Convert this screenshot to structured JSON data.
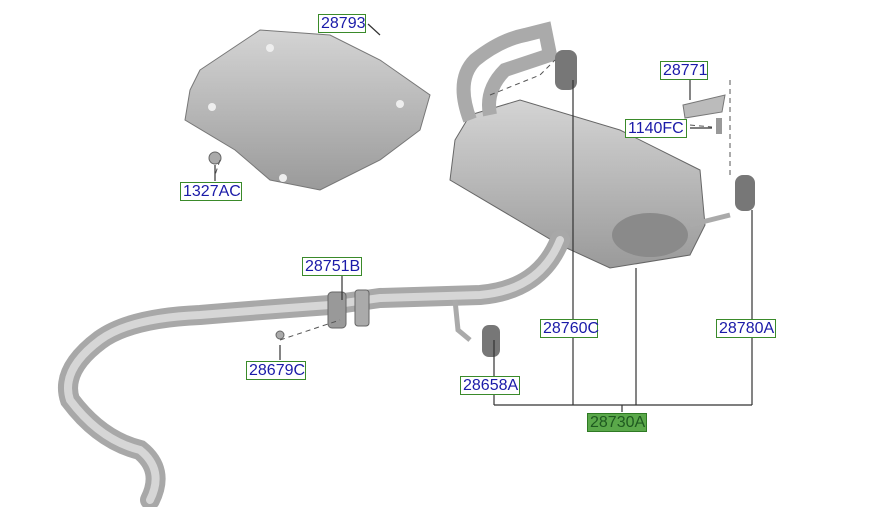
{
  "parts": {
    "p28793": "28793",
    "p28771": "28771",
    "p1140FC": "1140FC",
    "p1327AC": "1327AC",
    "p28751B": "28751B",
    "p28760C": "28760C",
    "p28780A": "28780A",
    "p28679C": "28679C",
    "p28658A": "28658A",
    "p28730A": "28730A"
  },
  "selected_part": "28730A",
  "colors": {
    "label_border": "#3a8a2a",
    "label_text": "#1a1aa8",
    "selected_fill": "#5aa84a",
    "part_gray": "#b9b9b9"
  }
}
